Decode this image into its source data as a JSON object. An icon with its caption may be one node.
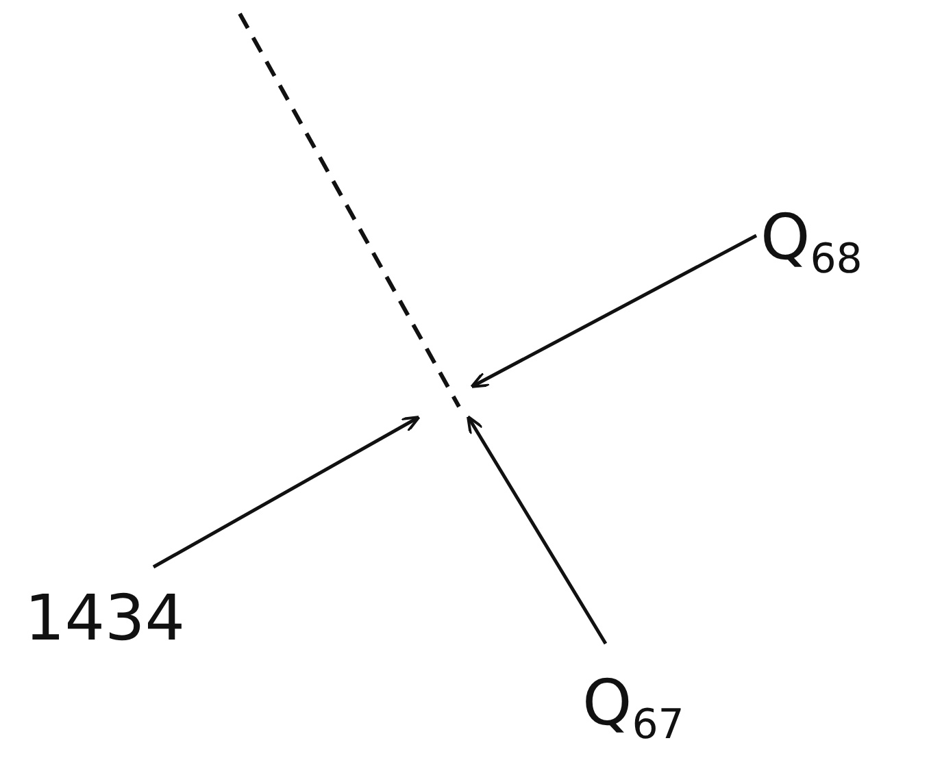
{
  "diagram": {
    "nodes": [
      {
        "text": [],
        "shape": "line"
      },
      {
        "text": [
          "Q$_{68}$"
        ]
      },
      {
        "text": [
          "1434"
        ]
      },
      {
        "text": [
          "Q$_{67}$"
        ]
      }
    ],
    "edges": [
      {
        "from": 1,
        "to": 0,
        "arrow": "to"
      },
      {
        "from": 2,
        "to": 0,
        "arrow": "to"
      },
      {
        "from": 3,
        "to": 0,
        "arrow": "to"
      }
    ]
  }
}
